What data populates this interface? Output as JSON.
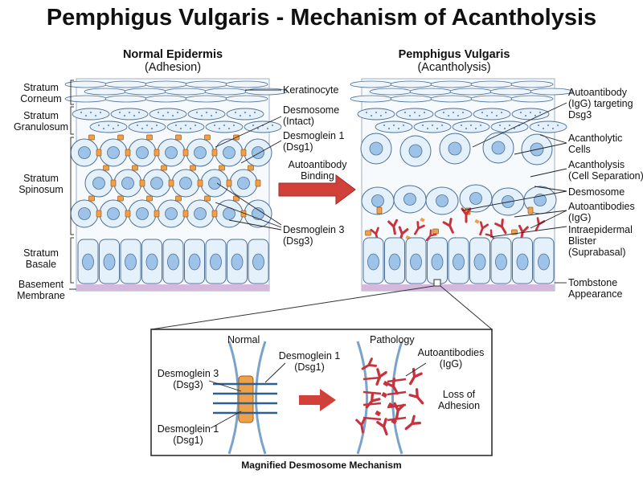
{
  "title": "Pemphigus Vulgaris - Mechanism of Acantholysis",
  "panels": {
    "normal": {
      "title": "Normal Epidermis",
      "subtitle": "(Adhesion)"
    },
    "pv": {
      "title": "Pemphigus Vulgaris",
      "subtitle": "(Acantholysis)"
    }
  },
  "layers": {
    "corneum": [
      "Stratum",
      "Corneum"
    ],
    "granulosum": [
      "Stratum",
      "Granulosum"
    ],
    "spinosum": [
      "Stratum",
      "Spinosum"
    ],
    "basale": [
      "Stratum",
      "Basale"
    ],
    "basement": [
      "Basement",
      "Membrane"
    ]
  },
  "normal_labels": {
    "keratinocyte": "Keratinocyte",
    "desmosome": [
      "Desmosome",
      "(Intact)"
    ],
    "dsg1": [
      "Desmoglein 1",
      "(Dsg1)"
    ],
    "dsg3": [
      "Desmoglein 3",
      "(Dsg3)"
    ]
  },
  "arrow_label": [
    "Autoantibody",
    "Binding"
  ],
  "pv_labels": {
    "autoantibody_igg": [
      "Autoantibody",
      "(IgG) targeting",
      "Dsg3"
    ],
    "acantholytic": [
      "Acantholytic",
      "Cells"
    ],
    "acantholysis": [
      "Acantholysis",
      "(Cell Separation)"
    ],
    "desmosome": "Desmosome",
    "autoantibodies": [
      "Autoantibodies",
      "(IgG)"
    ],
    "blister": [
      "Intraepidermal",
      "Blister",
      "(Suprabasal)"
    ],
    "tombstone": [
      "Tombstone",
      "Appearance"
    ]
  },
  "magnified": {
    "normal": "Normal",
    "pathology": "Pathology",
    "dsg3": [
      "Desmoglein 3",
      "(Dsg3)"
    ],
    "dsg1_top": [
      "Desmoglein 1",
      "(Dsg1)"
    ],
    "dsg1_bottom": [
      "Desmoglein 1",
      "(Dsg1)"
    ],
    "autoantibodies": [
      "Autoantibodies",
      "(IgG)"
    ],
    "loss": [
      "Loss of",
      "Adhesion"
    ],
    "caption": "Magnified Desmosome Mechanism"
  },
  "colors": {
    "cell_fill": "#e4f0fa",
    "cell_border": "#4f6f94",
    "nucleus": "#9ec3e8",
    "desmosome": "#f0a048",
    "antibody": "#c8323c",
    "arrow": "#d2403a",
    "membrane": "#d6b8dc"
  }
}
